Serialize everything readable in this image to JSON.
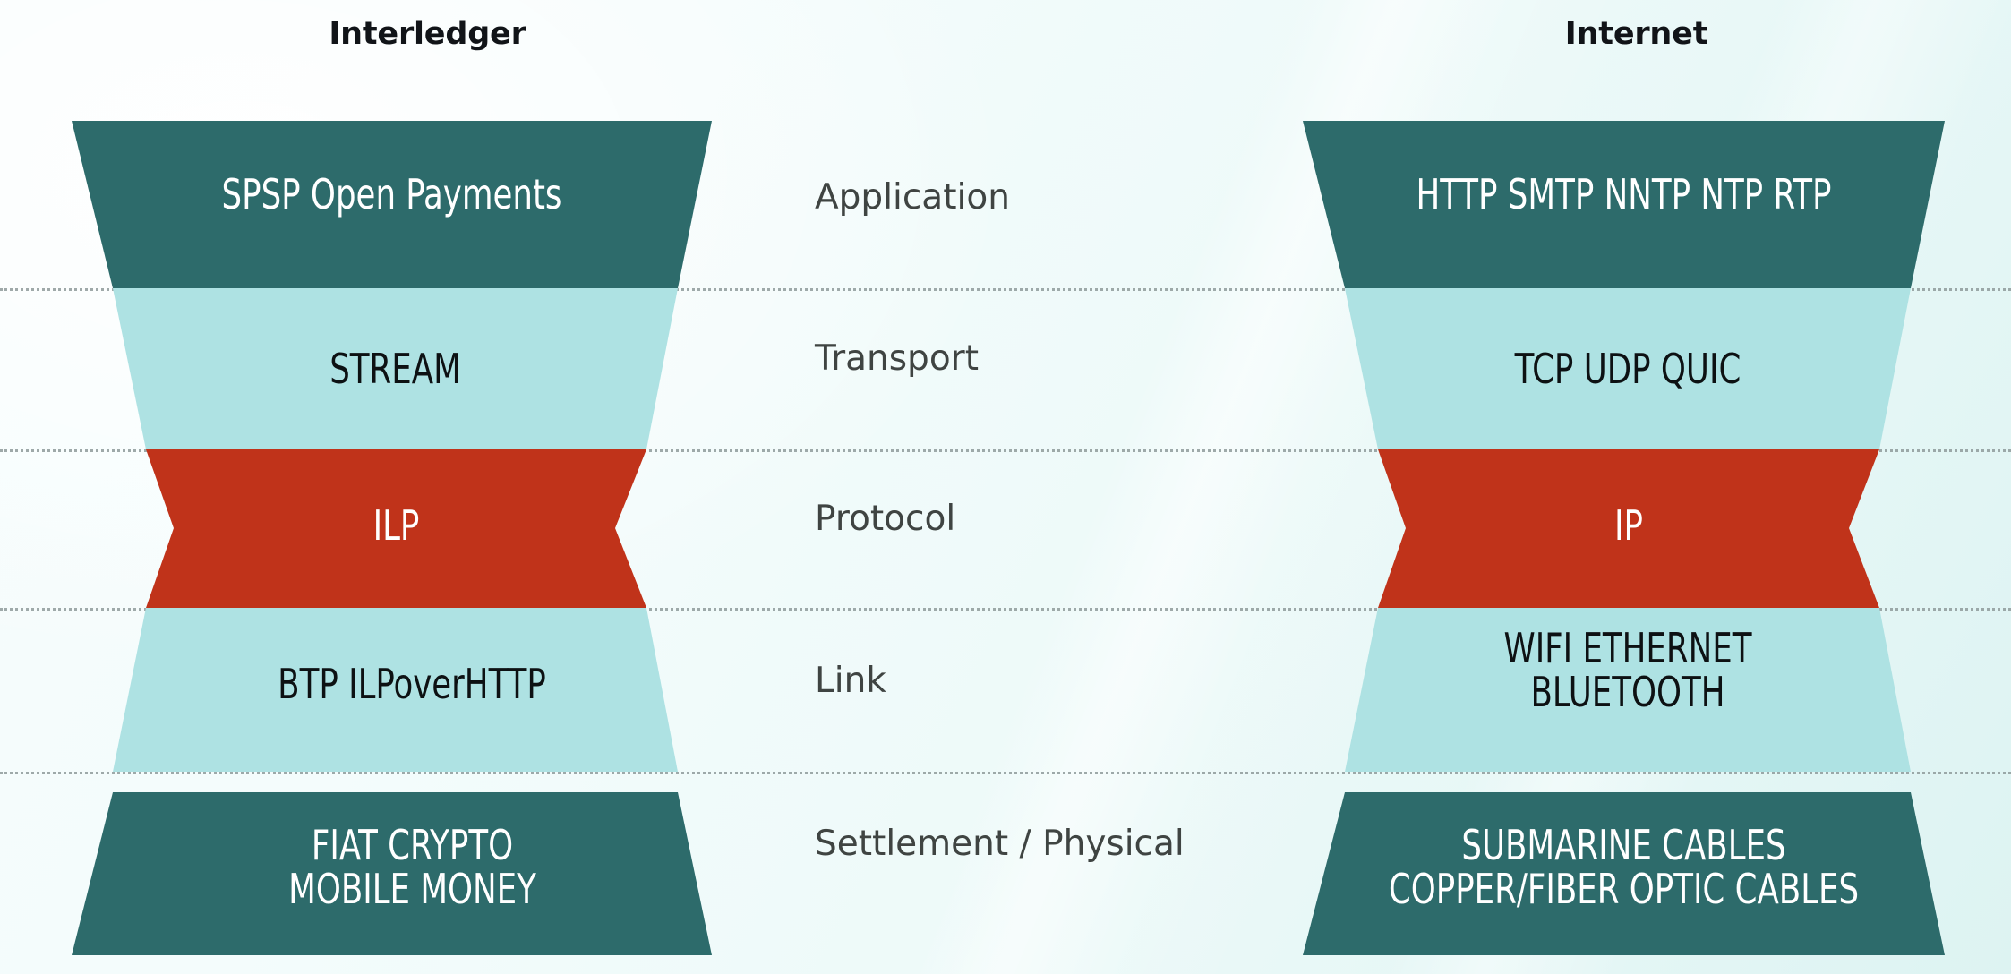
{
  "diagram": {
    "title_left": "Interledger",
    "title_right": "Internet",
    "colors": {
      "dark_teal": "#2d6b6b",
      "light_teal": "#aee2e3",
      "red": "#c0331a",
      "label_text": "#3f4442",
      "heading_text": "#111418",
      "divider": "#8f9b9b",
      "background_start": "#f6fdfd",
      "background_end": "#ddf3f2"
    },
    "layers": [
      {
        "name": "Application",
        "center_label": "Application",
        "fill": "dark_teal",
        "text_color": "light",
        "interledger": "SPSP   Open Payments",
        "internet": "HTTP  SMTP  NNTP  NTP  RTP"
      },
      {
        "name": "Transport",
        "center_label": "Transport",
        "fill": "light_teal",
        "text_color": "dark",
        "interledger": "STREAM",
        "internet": "TCP  UDP  QUIC"
      },
      {
        "name": "Protocol",
        "center_label": "Protocol",
        "fill": "red",
        "text_color": "light",
        "interledger": "ILP",
        "internet": "IP"
      },
      {
        "name": "Link",
        "center_label": "Link",
        "fill": "light_teal",
        "text_color": "dark",
        "interledger": "BTP  ILPoverHTTP",
        "internet": "WIFI   ETHERNET\nBLUETOOTH"
      },
      {
        "name": "Settlement / Physical",
        "center_label": "Settlement / Physical",
        "fill": "dark_teal",
        "text_color": "light",
        "interledger": "FIAT   CRYPTO\nMOBILE MONEY",
        "internet": "SUBMARINE CABLES\nCOPPER/FIBER OPTIC CABLES"
      }
    ]
  }
}
